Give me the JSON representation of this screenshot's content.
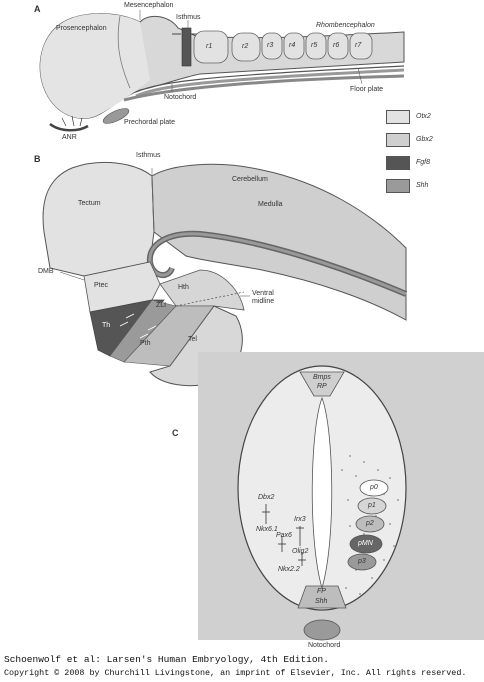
{
  "panels": {
    "a": "A",
    "b": "B",
    "c": "C"
  },
  "panel_a": {
    "labels": {
      "mesencephalon": "Mesencephalon",
      "prosencephalon": "Prosencephalon",
      "isthmus": "Isthmus",
      "rhombencephalon": "Rhombencephalon",
      "notochord": "Notochord",
      "floor_plate": "Floor plate",
      "prechordal_plate": "Prechordal plate",
      "anr": "ANR"
    },
    "rhombomeres": [
      "r1",
      "r2",
      "r3",
      "r4",
      "r5",
      "r6",
      "r7"
    ]
  },
  "legend": [
    {
      "label": "Otx2",
      "color": "#e2e2e2"
    },
    {
      "label": "Gbx2",
      "color": "#cfcfcf"
    },
    {
      "label": "Fgf8",
      "color": "#555555"
    },
    {
      "label": "Shh",
      "color": "#9a9a9a"
    }
  ],
  "panel_b": {
    "labels": {
      "isthmus": "Isthmus",
      "tectum": "Tectum",
      "cerebellum": "Cerebellum",
      "medulla": "Medulla",
      "dmb": "DMB",
      "ptec": "Ptec",
      "hth": "Hth",
      "zli": "ZLI",
      "ventral_midline": "Ventral\nmidline",
      "th": "Th",
      "pth": "Pth",
      "tel": "Tel"
    }
  },
  "panel_c": {
    "labels": {
      "bmps": "Bmps",
      "rp": "RP",
      "fp": "FP",
      "shh": "Shh",
      "notochord": "Notochord",
      "dbx2": "Dbx2",
      "nkx61": "Nkx6.1",
      "pax6": "Pax6",
      "irx3": "Irx3",
      "olig2": "Olig2",
      "nkx22": "Nkx2.2"
    },
    "progenitors": [
      "p0",
      "p1",
      "p2",
      "pMN",
      "p3"
    ]
  },
  "credit": {
    "line1": "Schoenwolf et al: Larsen's Human Embryology, 4th Edition.",
    "line2": "Copyright © 2008 by Churchill Livingstone, an imprint of Elsevier, Inc. All rights reserved."
  }
}
